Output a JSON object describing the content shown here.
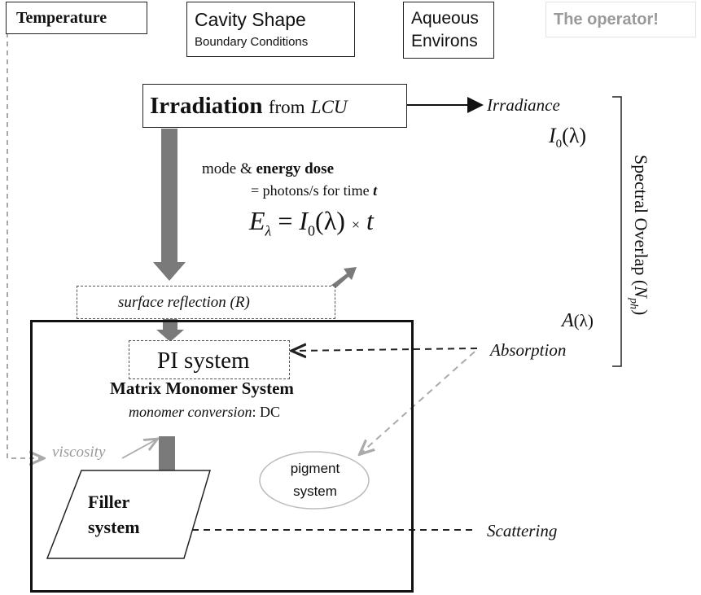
{
  "top_boxes": {
    "temperature": "Temperature",
    "cavity_shape": "Cavity Shape",
    "boundary_conditions": "Boundary Conditions",
    "aqueous_line1": "Aqueous",
    "aqueous_line2": "Environs",
    "operator": "The operator!"
  },
  "irradiation": {
    "bold": "Irradiation",
    "from": "from",
    "lcu": "LCU"
  },
  "irradiance": {
    "label": "Irradiance",
    "symbol": "I",
    "subscript": "0",
    "arg": "(λ)"
  },
  "dose": {
    "line1_prefix": "mode &",
    "line1_bold": "energy dose",
    "line2_prefix": "= photons/s for time",
    "line2_var": "t",
    "eq_E": "E",
    "eq_sub": "λ",
    "eq_eq": "=",
    "eq_I": "I",
    "eq_I_sub": "0",
    "eq_arg": "(λ)",
    "eq_times": "×",
    "eq_t": "t"
  },
  "surface_reflection": "surface reflection (R)",
  "matrix": {
    "pi_system": "PI system",
    "title": "Matrix Monomer System",
    "conversion_label": "monomer conversion",
    "conversion_value": ": DC"
  },
  "viscosity": "viscosity",
  "pigment": {
    "line1": "pigment",
    "line2": "system"
  },
  "filler": {
    "line1": "Filler",
    "line2": "system"
  },
  "absorption": {
    "symbol": "A",
    "arg": "(λ)",
    "label": "Absorption"
  },
  "scattering": "Scattering",
  "spectral_overlap": {
    "text": "Spectral Overlap (",
    "N": "N",
    "sub": "ph",
    "close": ")"
  },
  "colors": {
    "thick_arrow": "#7a7a7a",
    "dashed_dark": "#222222",
    "dashed_light": "#aaaaaa",
    "operator_text": "#9a9a9a"
  }
}
